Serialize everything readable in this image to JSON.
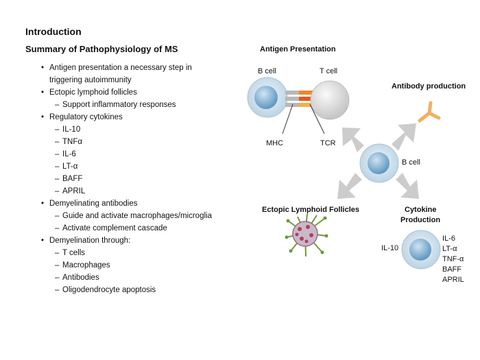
{
  "slide": {
    "title": "Introduction",
    "subtitle": "Summary of Pathophysiology of MS"
  },
  "bullets": [
    {
      "text": "Antigen presentation a necessary step in",
      "text2": "triggering autoimmunity",
      "sub": []
    },
    {
      "text": "Ectopic lymphoid follicles",
      "sub": [
        "Support inflammatory responses"
      ]
    },
    {
      "text": "Regulatory cytokines",
      "sub": [
        "IL-10",
        "TNFα",
        "IL-6",
        "LT-α",
        "BAFF",
        "APRIL"
      ]
    },
    {
      "text": "Demyelinating antibodies",
      "sub": [
        "Guide and activate macrophages/microglia",
        "Activate complement cascade"
      ]
    },
    {
      "text": "Demyelination through:",
      "sub": [
        "T cells",
        "Macrophages",
        "Antibodies",
        "Oligodendrocyte apoptosis"
      ]
    }
  ],
  "diagram": {
    "antigen_presentation": "Antigen Presentation",
    "b_cell_top": "B cell",
    "t_cell": "T cell",
    "mhc": "MHC",
    "tcr": "TCR",
    "antibody_production": "Antibody production",
    "b_cell_center": "B cell",
    "ectopic": "Ectopic Lymphoid Follicles",
    "cytokine_line1": "Cytokine",
    "cytokine_line2": "Production",
    "il10": "IL-10",
    "cytokines_right": [
      "IL-6",
      "LT-α",
      "TNF-α",
      "BAFF",
      "APRIL"
    ]
  },
  "colors": {
    "cell_outer": "#cfe0ec",
    "cell_inner": "#6fa6cc",
    "tcell": "#dcdcdc",
    "arrow": "#c9c9c9",
    "antibody": "#f0b060",
    "follicle_red": "#b0405a",
    "follicle_green": "#6a9a3a"
  }
}
